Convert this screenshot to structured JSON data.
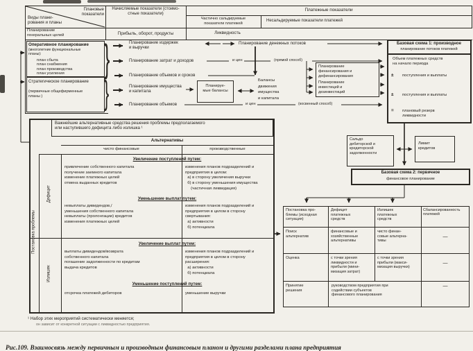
{
  "colors": {
    "ink": "#2a2722",
    "paper": "#f2f0ea"
  },
  "glyphs": {
    "brace": "}"
  },
  "header": {
    "corner_top": "Плановые\nпоказатели",
    "corner_bottom": "Виды плани-\nрования и планы",
    "col_accrual": "Начисляемые показатели (стоимо-\nстные показатели)",
    "col_payment": "Платежные показатели",
    "col_partial": "Частично сальдируемые\nпоказатели платежей",
    "col_nonsaldo": "Несальдируемые показатели платежей"
  },
  "rows": {
    "general": {
      "label": "Планирование\nгенеральных целей",
      "cell_accrual": "Прибыль, оборот, продукты",
      "cell_payment": "Ликвидность"
    },
    "operative": {
      "title": "Оперативное планирование",
      "subtitle": "(многолетние функциональные\nпланы):",
      "items": "план сбыта\nплан снабжения\nплан производства\nплан усиления"
    },
    "strategic": {
      "title": "Стратегическое планирование",
      "subtitle": "(первичные общефирменные\nпланы )"
    }
  },
  "middle": {
    "item1": "Планирование издержек\nи выручки",
    "item2": "Планирование затрат и доходов",
    "item3": "Планирование объемов и сроков",
    "item4": "Планирование имущества\nи капитала",
    "item5": "Планирование объемов",
    "cashflow": "Планирование денежных потоков",
    "label_price_top": "и цен",
    "label_direct": "(прямой способ)",
    "label_price_bottom": "и цен",
    "label_indirect": "(косвенный способ)",
    "planned_balance": "Планируе-\nмые балансы",
    "balance_movement": "Балансы\nдвижения\nимущества\nи капитала",
    "financing": "Планирование\nфинансирования и\nдефинансирования",
    "investment": "Планирование\nинвестиций и\nдезинвестиций"
  },
  "scheme1": {
    "title": "Базовая схема 1: производное",
    "subtitle": "планирование потоков платежей",
    "line0": "Объем платежных средств\nна начало периода",
    "sign1": "±",
    "text1": "поступления и выплаты",
    "sign2": "±",
    "text2": "поступления и выплаты",
    "sign3": "=",
    "text3": "плановый резерв\nликвидности"
  },
  "saldo_box": "Сальдо\nдебиторской и\nкредиторской\nзадолженности",
  "limit_box": "Лимит\nкредитов",
  "scheme2": {
    "title": "Базовая схема 2: первичное",
    "subtitle": "финансовое планирование"
  },
  "decision_table": {
    "headers": [
      "Постановка про-\nблемы (исходная\nситуация)",
      "Дефицит\nплатежных\nсредств",
      "Излишек\nплатежных\nсредств",
      "Сбалансированность\nплатежей"
    ],
    "rows": [
      {
        "label": "Поиск\nальтернатив",
        "deficit": "финансовые и\nхозяйственные\nальтернативы",
        "surplus": "чисто финан-\nсовые альтерна-\nтивы",
        "balanced": "—"
      },
      {
        "label": "Оценка",
        "deficit": "с точки зрения\nликвидности и\nприбыли (мини-\nмизация затрат)",
        "surplus": "с точки зрения\nприбыли (макси-\nмизация выручки)",
        "balanced": "—"
      },
      {
        "label": "Принятие\nрешения",
        "deficit": "руководством предприятия при\nсодействии субъектов\nфинансового планирования",
        "surplus": "",
        "balanced": "—"
      }
    ]
  },
  "alternatives": {
    "title": "Важнейшие альтернативные средства решения проблемы предполагаемого\nили наступившего дефицита либо излишка ¹",
    "header": "Альтернативы",
    "col_financial": "чисто финансовые",
    "col_production": "производственные",
    "side_label": "Постановка проблемы",
    "row_deficit": "Дефицит",
    "row_surplus": "Излишек",
    "sec_a": {
      "heading": "Увеличение поступлений путем:",
      "left": "привлечение собственного капитала\nполучение заемного капитала\nизменение платежных целей\nотмена выданных кредитов",
      "right": "изменения планов подразделений и\nпредприятия в целом:\n  а) в сторону увеличения выручки\n  б) в сторону уменьшения имущества\n     (частичная ликвидация)"
    },
    "sec_b": {
      "heading": "Уменьшение выплат путем:",
      "left": "невыплаты дивидендов,/\nуменьшения собственного капитала\nневыплаты (пролонгации) кредитов\nизменения платежных целей",
      "right": "изменения планов подразделений и\nпредприятия в целом в сторону\nсвертывания:\n  а) активности\n  б) потенциала"
    },
    "sec_c": {
      "heading": "Увеличение выплат путем:",
      "left": "выплаты дивидендов/возврата\nсобственного капитала\nпогашение задолженности по кредитам\nвыдача кредитов",
      "right": "изменения планов подразделений и\nпредприятия в целом в сторону\nрасширения:\n  а) активности\n  б) потенциала"
    },
    "sec_d": {
      "heading": "Уменьшение поступлений путем:",
      "left": "отсрочка платежей дебиторов",
      "right": "уменьшение выручки"
    }
  },
  "footnotes": {
    "line1": "¹ Набор этих мероприятий систематически меняется;",
    "line2": "он зависит от конкретной ситуации с ликвидностью предприятия."
  },
  "caption": {
    "fig": "Рис.109.",
    "text": " Взаимосвязь между первичным и производным финансовым планом и другими разделами плана предприятия"
  }
}
